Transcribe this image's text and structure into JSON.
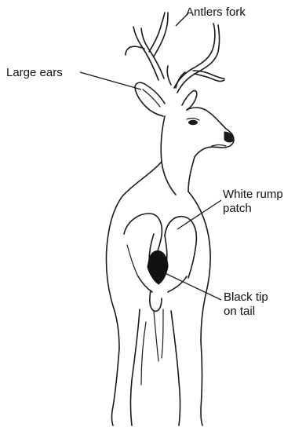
{
  "labels": {
    "antlers": "Antlers fork",
    "ears": "Large ears",
    "rump_line1": "White rump",
    "rump_line2": "patch",
    "tail_line1": "Black tip",
    "tail_line2": "on tail"
  },
  "colors": {
    "ink": "#1a1a1a",
    "tail_tip": "#111111",
    "background": "#ffffff"
  }
}
